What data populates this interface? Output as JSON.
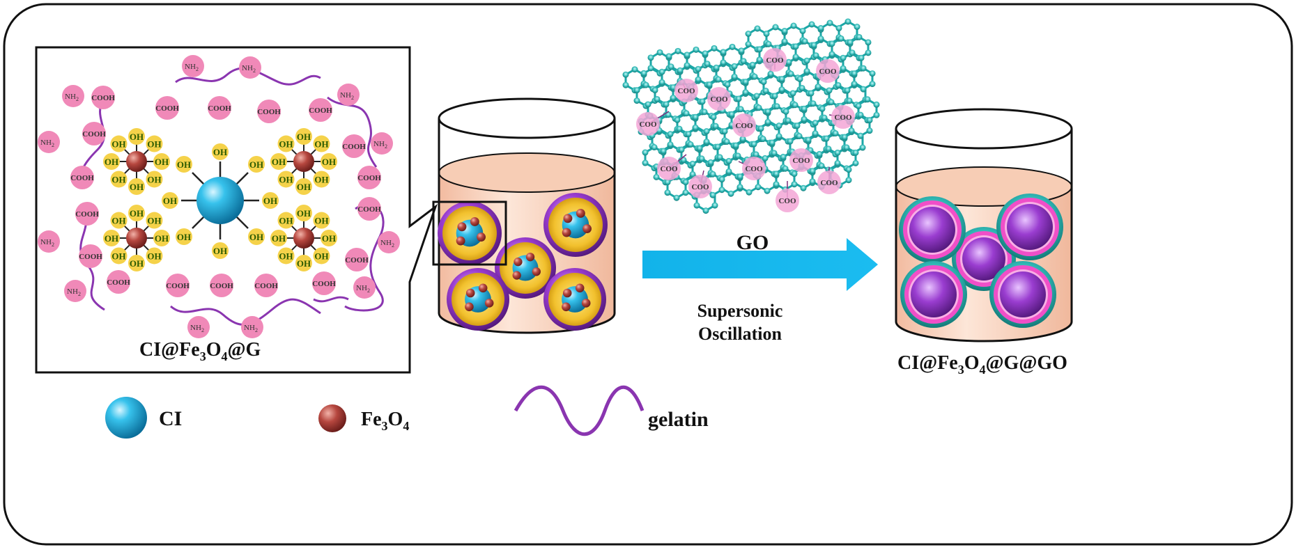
{
  "inset": {
    "caption_base": "CI@Fe",
    "caption_sub1": "3",
    "caption_mid": "O",
    "caption_sub2": "4",
    "caption_tail": "@G",
    "group_nh": "NH",
    "group_nh_sub": "2",
    "group_cooh": "COOH",
    "group_oh": "OH"
  },
  "process": {
    "go_label": "GO",
    "go_group": "COO",
    "arrow_line1": "Supersonic",
    "arrow_line2": "Oscillation"
  },
  "product": {
    "caption_base": "CI@Fe",
    "caption_sub1": "3",
    "caption_mid": "O",
    "caption_sub2": "4",
    "caption_tail": "@G@GO"
  },
  "legend": {
    "ci_label": "CI",
    "fe_base": "Fe",
    "fe_sub1": "3",
    "fe_mid": "O",
    "fe_sub2": "4",
    "gelatin_label": "gelatin"
  },
  "colors": {
    "ci_sphere": "#1aa3d6",
    "fe3o4_sphere": "#b03a3a",
    "gelatin": "#8a35b0",
    "oh_bead": "#f5d24a",
    "cooh_bead": "#f089b8",
    "go_network": "#1aa7a7",
    "arrow": "#1ab8ea",
    "liquid": "#f7d2bc"
  }
}
